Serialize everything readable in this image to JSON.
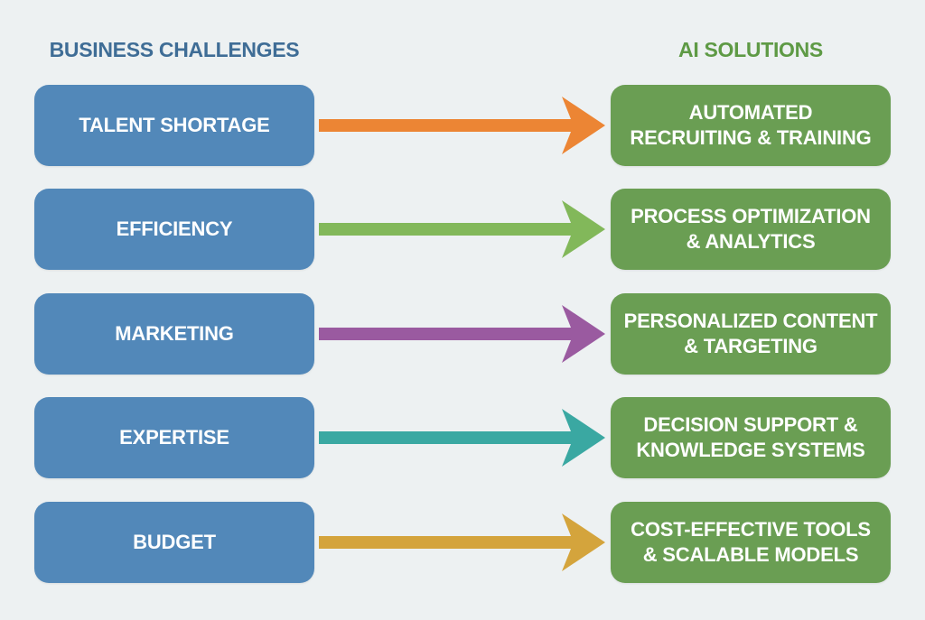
{
  "headers": {
    "left": "BUSINESS CHALLENGES",
    "right": "AI SOLUTIONS"
  },
  "rows": [
    {
      "challenge": "TALENT SHORTAGE",
      "solution": "AUTOMATED\nRECRUITING & TRAINING",
      "arrow_color": "#ec8534"
    },
    {
      "challenge": "EFFICIENCY",
      "solution": "PROCESS OPTIMIZATION\n& ANALYTICS",
      "arrow_color": "#82b85a"
    },
    {
      "challenge": "MARKETING",
      "solution": "PERSONALIZED CONTENT\n& TARGETING",
      "arrow_color": "#9a5aa0"
    },
    {
      "challenge": "EXPERTISE",
      "solution": "DECISION SUPPORT &\nKNOWLEDGE SYSTEMS",
      "arrow_color": "#3aa8a2"
    },
    {
      "challenge": "BUDGET",
      "solution": "COST-EFFECTIVE TOOLS\n& SCALABLE MODELS",
      "arrow_color": "#d4a43c"
    }
  ]
}
